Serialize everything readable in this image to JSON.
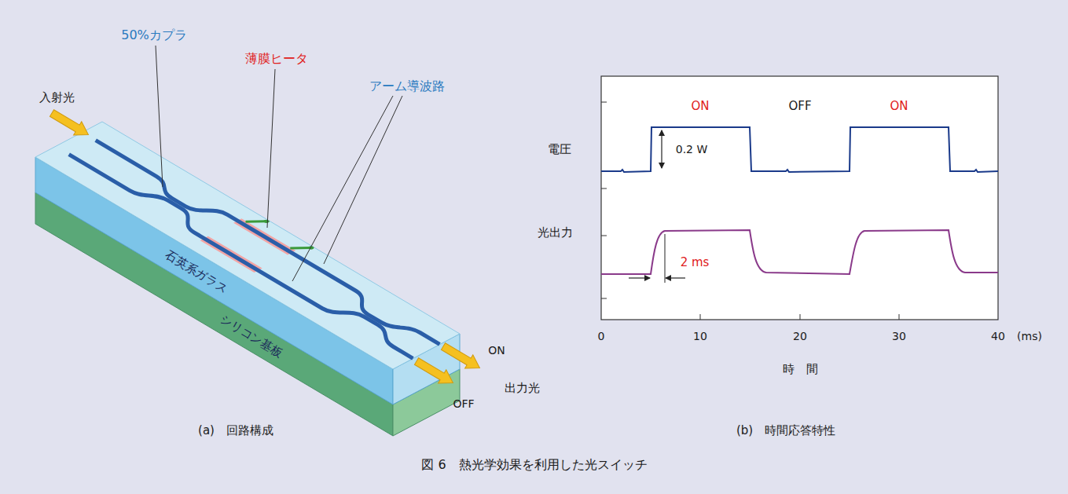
{
  "diagram": {
    "caption": "図 6　熱光学効果を利用した光スイッチ",
    "labels": [
      "入射光",
      "50%カプラ",
      "薄膜ヒータ",
      "アーム導波路",
      "石英系ガラス",
      "シリコン基板",
      "ON",
      "出力光",
      "OFF",
      "(a)　回路構成",
      "ON",
      "OFF",
      "ON",
      "電圧",
      "0.2 W",
      "光出力",
      "2 ms",
      "0",
      "10",
      "20",
      "30",
      "40",
      "(ms)",
      "時　間",
      "(b)　時間応答特性"
    ]
  }
}
